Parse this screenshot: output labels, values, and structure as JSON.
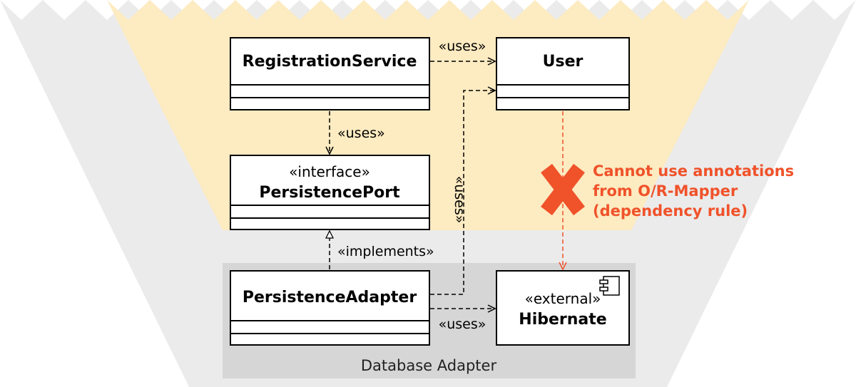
{
  "colors": {
    "outer_funnel": "#ebebeb",
    "domain_area": "#fdebc1",
    "adapter_group": "#d6d6d6",
    "box_fill": "#ffffff",
    "stroke": "#000000",
    "violation": "#f0522a"
  },
  "classes": {
    "registration_service": {
      "name": "RegistrationService"
    },
    "user": {
      "name": "User"
    },
    "persistence_port": {
      "stereotype": "«interface»",
      "name": "PersistencePort"
    },
    "persistence_adapter": {
      "name": "PersistenceAdapter"
    },
    "hibernate": {
      "stereotype": "«external»",
      "name": "Hibernate",
      "icon": "component-icon"
    }
  },
  "relations": {
    "service_uses_user": "«uses»",
    "service_uses_port": "«uses»",
    "adapter_implements_port": "«implements»",
    "adapter_uses_user": "«uses»",
    "adapter_uses_hibernate": "«uses»"
  },
  "groups": {
    "database_adapter": "Database Adapter"
  },
  "violation": {
    "icon": "cross-mark-icon",
    "lines": [
      "Cannot use annotations",
      "from O/R-Mapper",
      "(dependency rule)"
    ]
  }
}
